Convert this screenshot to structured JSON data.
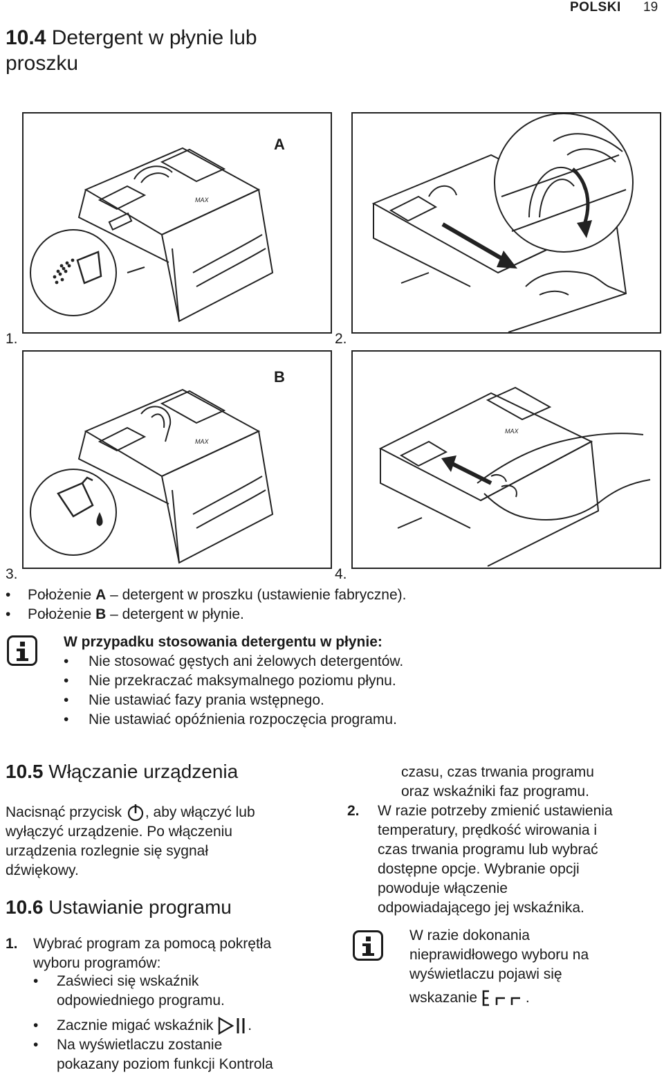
{
  "header": {
    "language": "POLSKI",
    "page_number": "19"
  },
  "section_10_4": {
    "number": "10.4",
    "title": "Detergent w płynie lub proszku",
    "figures": [
      {
        "label": "1.",
        "letter": "A"
      },
      {
        "label": "2.",
        "letter": ""
      },
      {
        "label": "3.",
        "letter": "B"
      },
      {
        "label": "4.",
        "letter": ""
      }
    ],
    "positions": [
      {
        "prefix": "Położenie ",
        "key": "A",
        "text": " – detergent w proszku (ustawienie fabryczne)."
      },
      {
        "prefix": "Położenie ",
        "key": "B",
        "text": " – detergent w płynie."
      }
    ],
    "info_title": "W przypadku stosowania detergentu w płynie:",
    "info_items": [
      "Nie stosować gęstych ani żelowych detergentów.",
      "Nie przekraczać maksymalnego poziomu płynu.",
      "Nie ustawiać fazy prania wstępnego.",
      "Nie ustawiać opóźnienia rozpoczęcia programu."
    ]
  },
  "section_10_5": {
    "number": "10.5",
    "title": "Włączanie urządzenia",
    "text_before_icon": "Nacisnąć przycisk",
    "text_line1_after": ", aby włączyć lub",
    "text_lines": [
      "wyłączyć urządzenie. Po włączeniu",
      "urządzenia rozlegnie się sygnał",
      "dźwiękowy."
    ]
  },
  "section_10_6": {
    "number": "10.6",
    "title": "Ustawianie programu",
    "step1_num": "1.",
    "step1_lines": [
      "Wybrać program za pomocą pokrętła",
      "wyboru programów:"
    ],
    "step1_bullets": [
      {
        "lines": [
          "Zaświeci się wskaźnik",
          "odpowiedniego programu."
        ]
      },
      {
        "lines": [
          "Zacznie migać wskaźnik",
          "."
        ]
      },
      {
        "lines": [
          "Na wyświetlaczu zostanie",
          "pokazany poziom funkcji Kontrola"
        ]
      }
    ],
    "continued_lines": [
      "czasu, czas trwania programu",
      "oraz wskaźniki faz programu."
    ],
    "step2_num": "2.",
    "step2_lines": [
      "W razie potrzeby zmienić ustawienia",
      "temperatury, prędkość wirowania i",
      "czas trwania programu lub wybrać",
      "dostępne opcje. Wybranie opcji",
      "powoduje włączenie",
      "odpowiadającego jej wskaźnika."
    ],
    "info_lines": [
      "W razie dokonania",
      "nieprawidłowego wyboru na",
      "wyświetlaczu pojawi się",
      "wskazanie",
      "."
    ]
  },
  "figure_marks": {
    "max_label": "MAX"
  }
}
